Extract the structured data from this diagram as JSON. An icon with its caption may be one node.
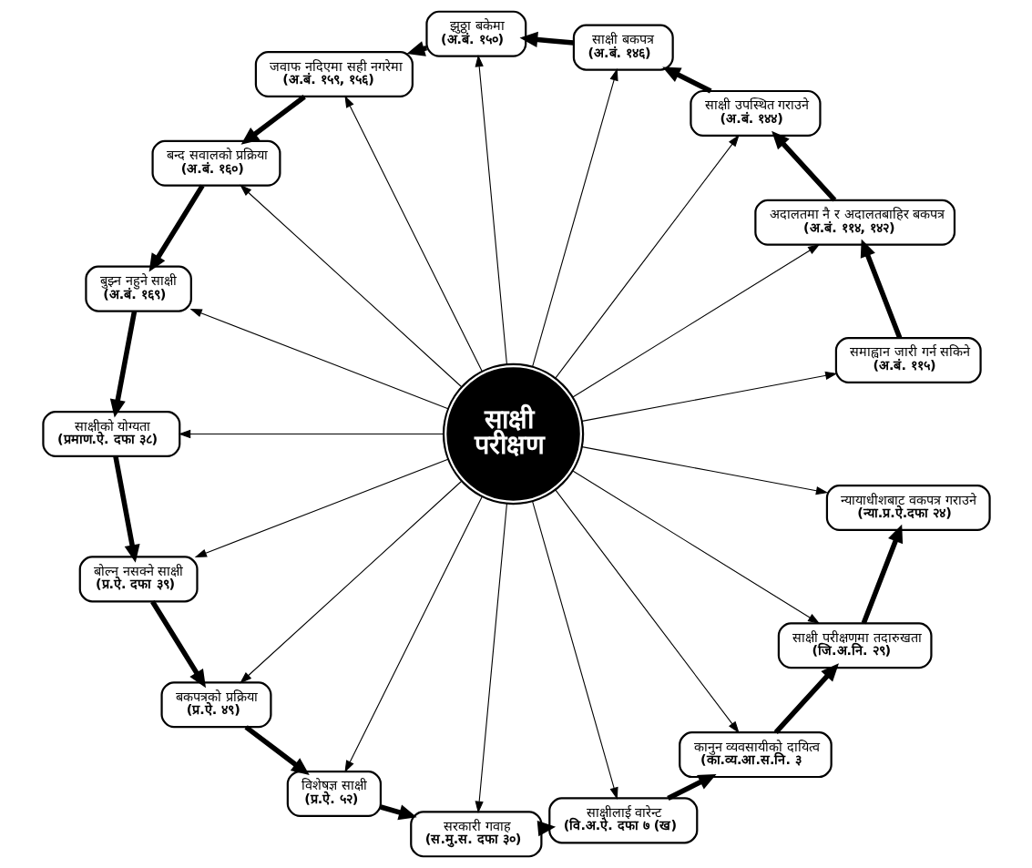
{
  "diagram": {
    "nodes": [
      {
        "text": [
          "साक्षी परीक्षण"
        ]
      },
      {
        "text": [
          "समाह्वान जारी गर्न सकिने",
          "(अ.बं. ११५)"
        ]
      },
      {
        "text": [
          "अदालतमा नै र अदालतबाहिर बकपत्र",
          "(अ.बं. ११४, १४२)"
        ]
      },
      {
        "text": [
          "साक्षी उपस्थित गराउने",
          "(अ.बं. १४४)"
        ]
      },
      {
        "text": [
          "साक्षी बकपत्र",
          "(अ.बं. १४६)"
        ]
      },
      {
        "text": [
          "झुठ्ठा बकेमा",
          "(अ.बं. १५०)"
        ]
      },
      {
        "text": [
          "जवाफ नदिएमा सही नगरेमा",
          "(अ.बं. १५९, १५६)"
        ]
      },
      {
        "text": [
          "बन्द सवालको प्रक्रिया",
          "(अ.बं. १६०)"
        ]
      },
      {
        "text": [
          "बुझ्न नहुने साक्षी",
          "(अ.बं. १६९)"
        ]
      },
      {
        "text": [
          "साक्षीको योग्यता",
          "(प्रमाण.ऐ. दफा ३८)"
        ]
      },
      {
        "text": [
          "बोल्न नसक्ने साक्षी",
          "(प्र.ऐ. दफा ३९)"
        ]
      },
      {
        "text": [
          "बकपत्रको प्रक्रिया",
          "(प्र.ऐ. ४९)"
        ]
      },
      {
        "text": [
          "विशेषज्ञ साक्षी",
          "(प्र.ऐ. ५२)"
        ]
      },
      {
        "text": [
          "सरकारी गवाह",
          "(स.मु.स. दफा ३०)"
        ]
      },
      {
        "text": [
          "साक्षीलाई वारेन्ट",
          "(वि.अ.ऐ. दफा ७ (ख)"
        ]
      },
      {
        "text": [
          "कानुन व्यवसायीको दायित्व",
          "(का.व्य.आ.स.नि. ३"
        ]
      },
      {
        "text": [
          "साक्षी परीक्षणमा तदारुखता",
          "(जि.अ.नि. २९)"
        ]
      },
      {
        "text": [
          "न्यायाधीशबाट वकपत्र गराउने",
          "(न्या.प्र.ऐ.दफा २४)"
        ]
      }
    ],
    "edges": [
      {
        "from": 0,
        "to": 1,
        "arrow": "to"
      },
      {
        "from": 0,
        "to": 2,
        "arrow": "to"
      },
      {
        "from": 0,
        "to": 3,
        "arrow": "to"
      },
      {
        "from": 0,
        "to": 4,
        "arrow": "to"
      },
      {
        "from": 0,
        "to": 5,
        "arrow": "to"
      },
      {
        "from": 0,
        "to": 6,
        "arrow": "to"
      },
      {
        "from": 0,
        "to": 7,
        "arrow": "to"
      },
      {
        "from": 0,
        "to": 8,
        "arrow": "to"
      },
      {
        "from": 0,
        "to": 9,
        "arrow": "to"
      },
      {
        "from": 0,
        "to": 10,
        "arrow": "to"
      },
      {
        "from": 0,
        "to": 11,
        "arrow": "to"
      },
      {
        "from": 0,
        "to": 12,
        "arrow": "to"
      },
      {
        "from": 0,
        "to": 13,
        "arrow": "to"
      },
      {
        "from": 0,
        "to": 14,
        "arrow": "to"
      },
      {
        "from": 0,
        "to": 15,
        "arrow": "to"
      },
      {
        "from": 0,
        "to": 16,
        "arrow": "to"
      },
      {
        "from": 0,
        "to": 17,
        "arrow": "to"
      },
      {
        "from": 1,
        "to": 2,
        "arrow": "to",
        "style": "thick"
      },
      {
        "from": 2,
        "to": 3,
        "arrow": "to",
        "style": "thick"
      },
      {
        "from": 3,
        "to": 4,
        "arrow": "to",
        "style": "thick"
      },
      {
        "from": 4,
        "to": 5,
        "arrow": "to",
        "style": "thick"
      },
      {
        "from": 5,
        "to": 6,
        "arrow": "to",
        "style": "thick"
      },
      {
        "from": 6,
        "to": 7,
        "arrow": "to",
        "style": "thick"
      },
      {
        "from": 7,
        "to": 8,
        "arrow": "to",
        "style": "thick"
      },
      {
        "from": 8,
        "to": 9,
        "arrow": "to",
        "style": "thick"
      },
      {
        "from": 9,
        "to": 10,
        "arrow": "to",
        "style": "thick"
      },
      {
        "from": 10,
        "to": 11,
        "arrow": "to",
        "style": "thick"
      },
      {
        "from": 11,
        "to": 12,
        "arrow": "to",
        "style": "thick"
      },
      {
        "from": 12,
        "to": 13,
        "arrow": "to",
        "style": "thick"
      },
      {
        "from": 13,
        "to": 14,
        "arrow": "to",
        "style": "thick"
      },
      {
        "from": 14,
        "to": 15,
        "arrow": "to",
        "style": "thick"
      },
      {
        "from": 15,
        "to": 16,
        "arrow": "to",
        "style": "thick"
      },
      {
        "from": 16,
        "to": 17,
        "arrow": "to",
        "style": "thick"
      }
    ]
  }
}
